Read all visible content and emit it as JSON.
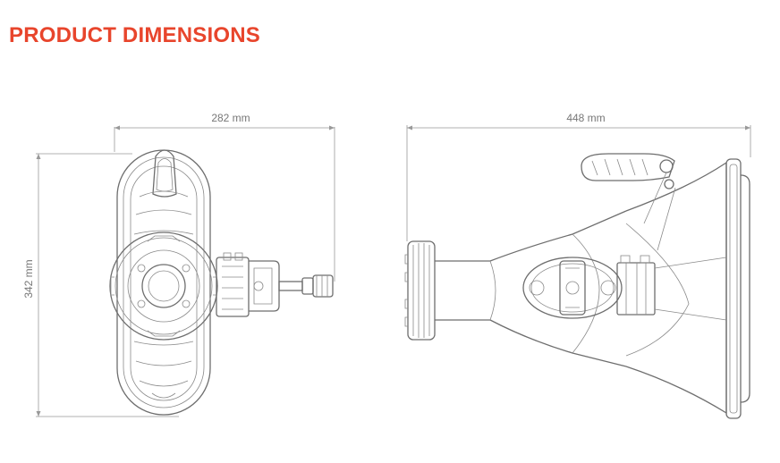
{
  "header": {
    "title": "PRODUCT DIMENSIONS"
  },
  "dimensions": {
    "front_width": "282 mm",
    "front_height": "342 mm",
    "side_length": "448 mm"
  },
  "colors": {
    "accent": "#e8452c",
    "line": "#6e6e6e"
  }
}
